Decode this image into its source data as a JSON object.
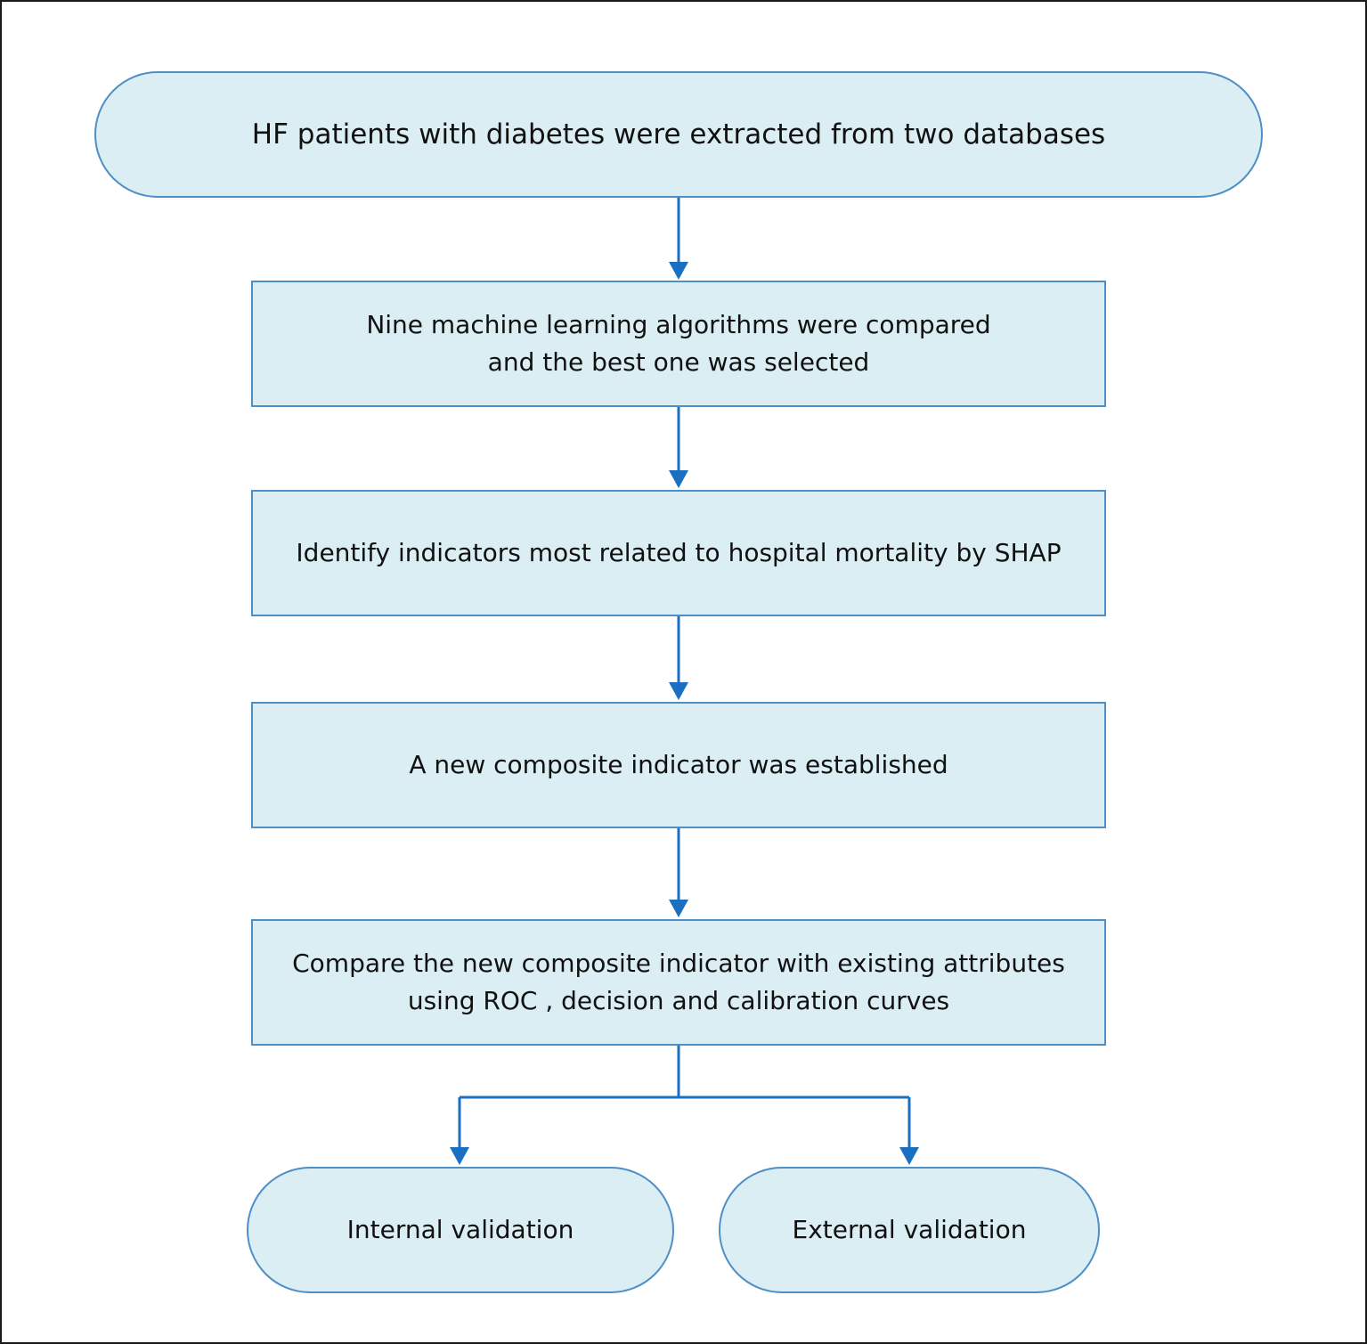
{
  "flowchart": {
    "start": {
      "label": "HF patients with diabetes were extracted from two databases"
    },
    "steps": [
      {
        "label": "Nine machine learning algorithms were compared\nand the best one was selected"
      },
      {
        "label": "Identify indicators most related to hospital mortality by SHAP"
      },
      {
        "label": "A new composite indicator was established"
      },
      {
        "label": "Compare the new composite indicator with existing attributes\nusing ROC , decision and calibration curves"
      }
    ],
    "outcomes": [
      {
        "label": "Internal validation"
      },
      {
        "label": "External validation"
      }
    ]
  },
  "colors": {
    "node_fill": "#dbeef4",
    "node_border": "#4f8fc6",
    "connector": "#1a6fc0",
    "frame": "#1a1a1a"
  }
}
